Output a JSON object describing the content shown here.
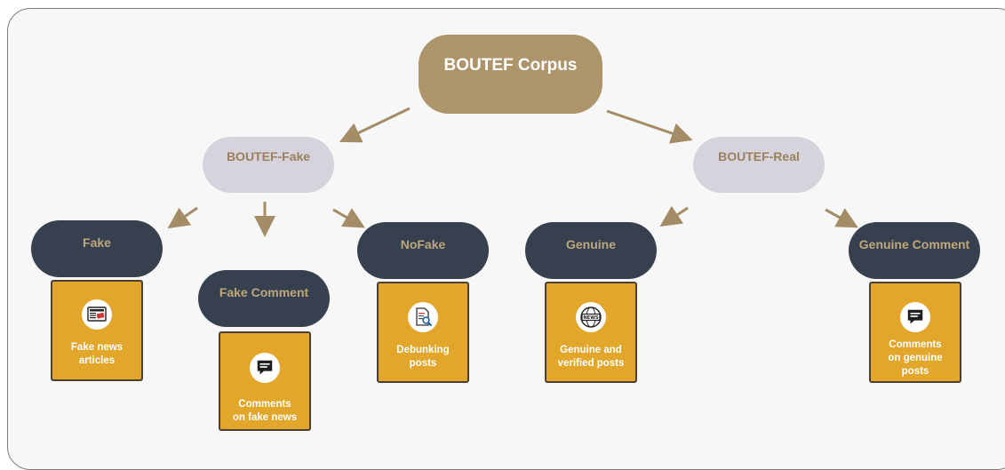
{
  "root": {
    "label": "BOUTEF Corpus"
  },
  "branches": [
    {
      "label": "BOUTEF-Fake"
    },
    {
      "label": "BOUTEF-Real"
    }
  ],
  "categories": [
    {
      "label": "Fake",
      "card": "Fake news\narticles",
      "icon": "news-article-icon"
    },
    {
      "label": "Fake Comment",
      "card": "Comments\non fake news",
      "icon": "comment-icon"
    },
    {
      "label": "NoFake",
      "card": "Debunking\nposts",
      "icon": "document-search-icon"
    },
    {
      "label": "Genuine",
      "card": "Genuine and\nverified posts",
      "icon": "news-globe-icon"
    },
    {
      "label": "Genuine Comment",
      "card": "Comments\non genuine\nposts",
      "icon": "comment-icon"
    }
  ],
  "colors": {
    "root": "#ad946b",
    "branch": "#d6d3dc",
    "category": "#37404e",
    "card": "#e2a62a",
    "arrow": "#a38c66"
  }
}
